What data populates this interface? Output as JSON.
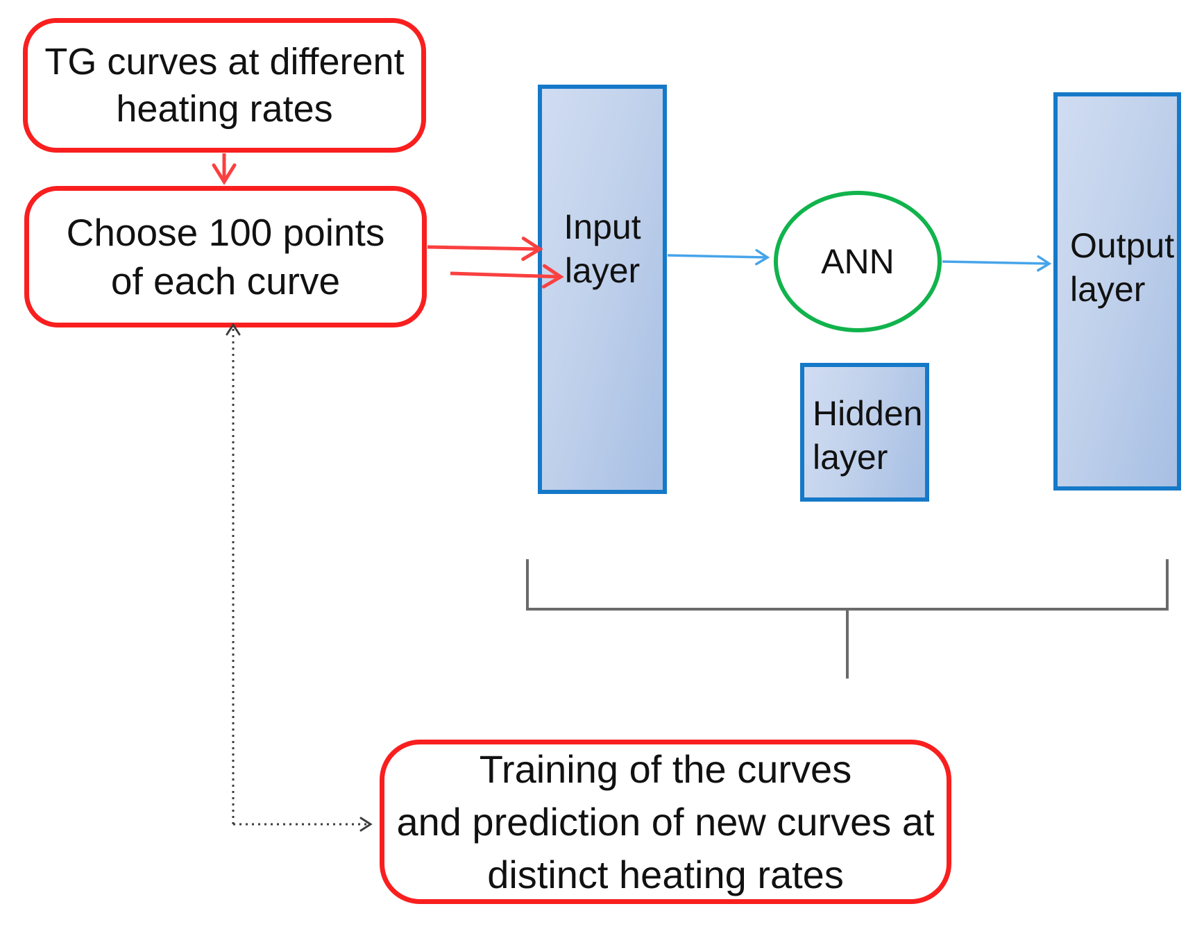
{
  "figure": {
    "description": "Flow diagram of ANN training on TG curves",
    "background": "#ffffff"
  },
  "boxes": {
    "tg": {
      "line1": "TG curves at different",
      "line2": "heating rates"
    },
    "choose": {
      "line1": "Choose 100 points",
      "line2": "of each curve"
    },
    "input": {
      "line1": "Input",
      "line2": "layer"
    },
    "ann": {
      "label": "ANN"
    },
    "hidden": {
      "line1": "Hidden",
      "line2": "layer"
    },
    "output": {
      "line1": "Output",
      "line2": "layer"
    },
    "train": {
      "line1": "Training of the curves",
      "line2": "and prediction of new curves at",
      "line3": "distinct heating rates"
    }
  },
  "colors": {
    "red_border": "#f91f1f",
    "red_arrow": "#fa4040",
    "blue_border": "#1579c8",
    "blue_fill_light": "#d0dcf2",
    "blue_fill_dark": "#a7bfe4",
    "green_border": "#11b34c",
    "blue_arrow": "#47a4ea",
    "bracket_gray": "#6a6a6a",
    "dashed_dark": "#3d3d3d",
    "text": "#111111"
  }
}
